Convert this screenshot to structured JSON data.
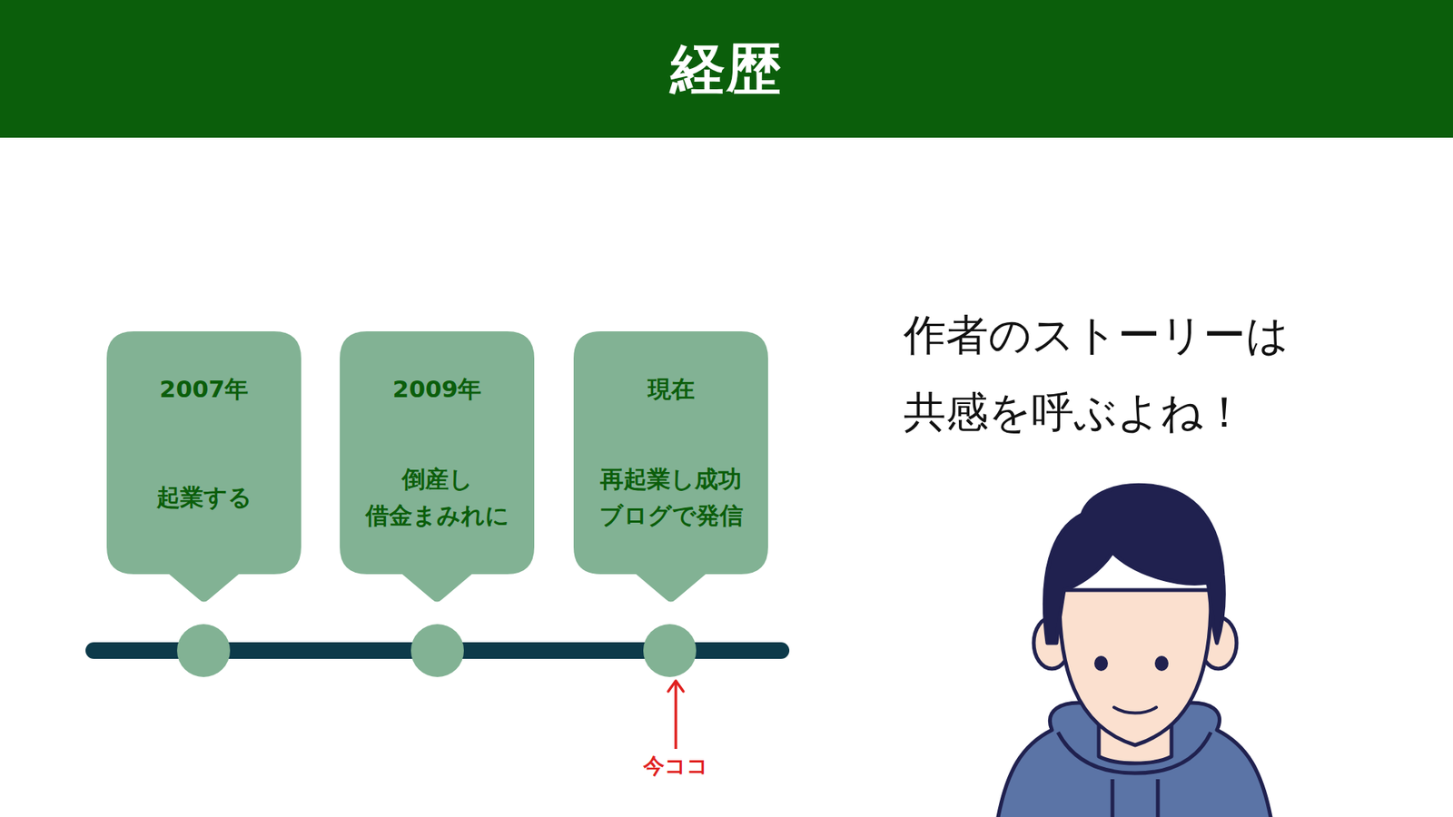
{
  "diagram": {
    "title": "経歴",
    "nodes": [
      {
        "text": [
          "2007年",
          "起業する"
        ]
      },
      {
        "text": [
          "2009年",
          "倒産し 借金まみれに"
        ]
      },
      {
        "text": [
          "現在",
          "再起業し成功 ブログで発信"
        ]
      }
    ],
    "labels": [
      "作者のストーリーは 共感を呼ぶよね！",
      "今ココ"
    ]
  }
}
